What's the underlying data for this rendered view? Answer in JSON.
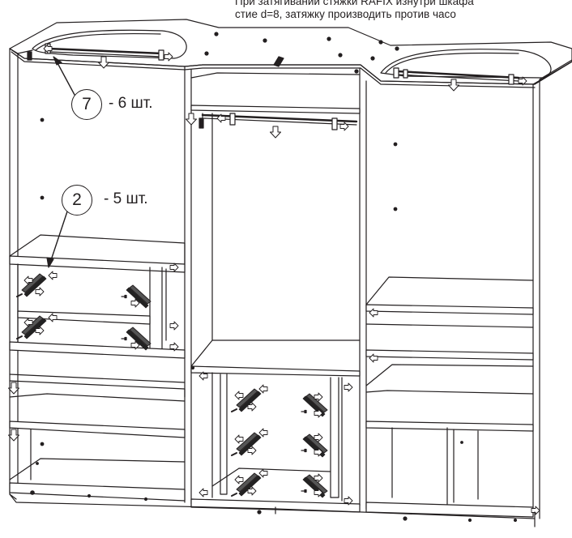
{
  "note": {
    "line1": "При затягивании стяжки RAFIX изнутри шкафа",
    "line2": "стие d=8, затяжку производить против часо"
  },
  "callouts": [
    {
      "number": "7",
      "text": "- 6 шт."
    },
    {
      "number": "2",
      "text": "- 5 шт."
    }
  ],
  "colors": {
    "line": "#231f20",
    "background": "#ffffff"
  }
}
